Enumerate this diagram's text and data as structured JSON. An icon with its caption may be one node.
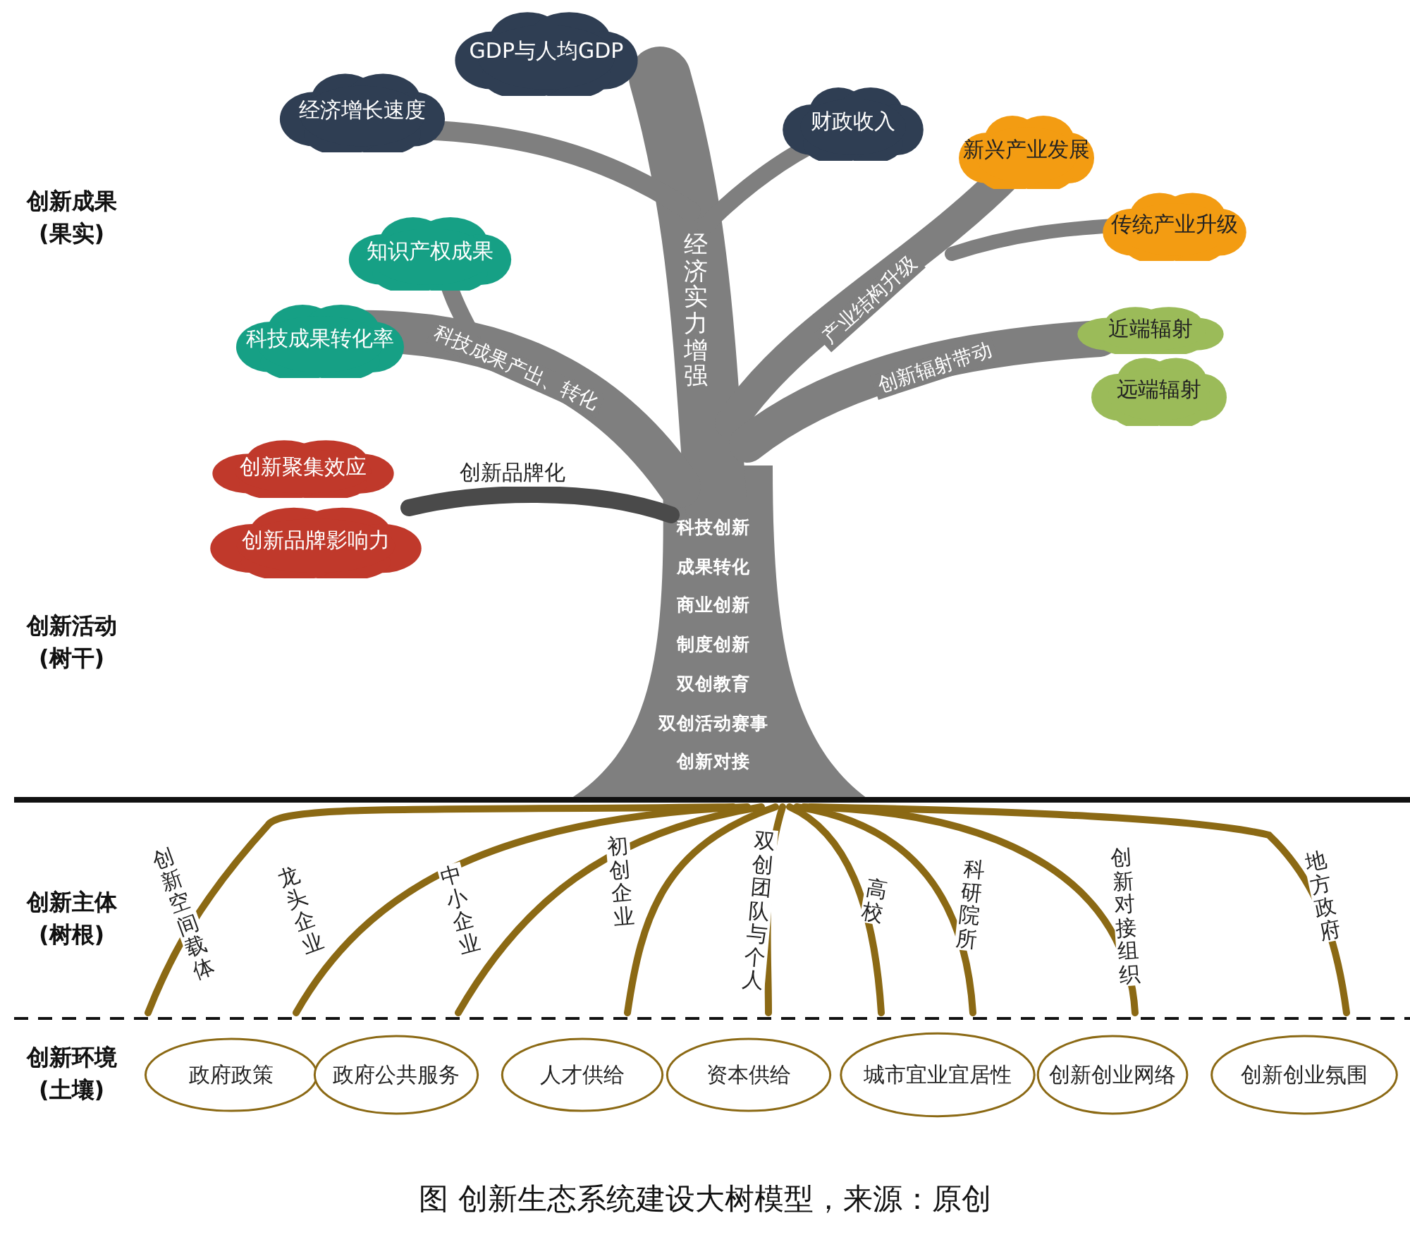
{
  "diagram": {
    "caption": "图 创新生态系统建设大树模型，来源：原创",
    "nodes": [
      {
        "text": [
          "GDP与人均GDP"
        ]
      },
      {
        "text": [
          "经济增长速度"
        ]
      },
      {
        "text": [
          "财政收入"
        ]
      },
      {
        "text": [
          "新兴产业发展"
        ]
      },
      {
        "text": [
          "传统产业升级"
        ]
      },
      {
        "text": [
          "知识产权成果"
        ]
      },
      {
        "text": [
          "近端辐射"
        ]
      },
      {
        "text": [
          "科技成果转化率"
        ]
      },
      {
        "text": [
          "远端辐射"
        ]
      },
      {
        "text": [
          "创新聚集效应"
        ]
      },
      {
        "text": [
          "创新品牌影响力"
        ]
      },
      {
        "text": [
          "政府政策"
        ]
      },
      {
        "text": [
          "政府公共服务"
        ]
      },
      {
        "text": [
          "人才供给"
        ]
      },
      {
        "text": [
          "资本供给"
        ]
      },
      {
        "text": [
          "城市宜业宜居性"
        ]
      },
      {
        "text": [
          "创新创业网络"
        ]
      },
      {
        "text": [
          "创新创业氛围"
        ]
      }
    ],
    "edges": [],
    "labels": [
      "创新成果(果实)",
      "经济实力增强",
      "产业结构升级",
      "创新辐射带动",
      "科技成果产出、转化",
      "创新品牌化",
      "科技创新",
      "成果转化",
      "商业创新",
      "制度创新",
      "双创教育",
      "双创活动赛事",
      "创新对接",
      "创新活动(树干)",
      "创新主体(树根)",
      "创新空间载体",
      "龙头企业",
      "中小企业",
      "初创企业",
      "双创团队与个人",
      "高校",
      "科研院所",
      "创新对接组织",
      "地方政府",
      "创新环境(土壤)"
    ]
  }
}
